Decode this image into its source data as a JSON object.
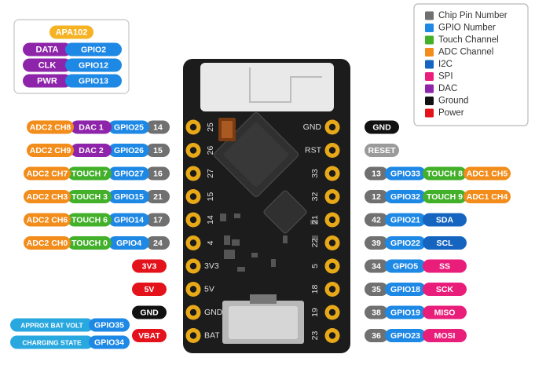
{
  "colors": {
    "chip": "#707070",
    "gpio": "#1e88e5",
    "touch": "#43b02a",
    "adc": "#f28c1b",
    "i2c": "#1565c0",
    "spi": "#e91e7a",
    "dac": "#8e24aa",
    "ground": "#111111",
    "power": "#e3121b",
    "reset": "#9a9a9a",
    "apa": "#f5b324",
    "batinfo": "#29a8e0",
    "board": "#1c1c1c",
    "gold": "#e8a919"
  },
  "legend": [
    {
      "label": "Chip Pin Number",
      "color": "chip"
    },
    {
      "label": "GPIO Number",
      "color": "gpio"
    },
    {
      "label": "Touch Channel",
      "color": "touch"
    },
    {
      "label": "ADC Channel",
      "color": "adc"
    },
    {
      "label": "I2C",
      "color": "i2c"
    },
    {
      "label": "SPI",
      "color": "spi"
    },
    {
      "label": "DAC",
      "color": "dac"
    },
    {
      "label": "Ground",
      "color": "ground"
    },
    {
      "label": "Power",
      "color": "power"
    }
  ],
  "apa102": {
    "title": "APA102",
    "rows": [
      {
        "name": "DATA",
        "gpio": "GPIO2"
      },
      {
        "name": "CLK",
        "gpio": "GPIO12"
      },
      {
        "name": "PWR",
        "gpio": "GPIO13"
      }
    ]
  },
  "left_pins": [
    {
      "silk": "25",
      "chip": "14",
      "labels": [
        {
          "t": "GPIO25",
          "c": "gpio"
        },
        {
          "t": "DAC 1",
          "c": "dac"
        },
        {
          "t": "ADC2 CH8",
          "c": "adc"
        }
      ]
    },
    {
      "silk": "26",
      "chip": "15",
      "labels": [
        {
          "t": "GPIO26",
          "c": "gpio"
        },
        {
          "t": "DAC 2",
          "c": "dac"
        },
        {
          "t": "ADC2 CH9",
          "c": "adc"
        }
      ]
    },
    {
      "silk": "27",
      "chip": "16",
      "labels": [
        {
          "t": "GPIO27",
          "c": "gpio"
        },
        {
          "t": "TOUCH 7",
          "c": "touch"
        },
        {
          "t": "ADC2 CH7",
          "c": "adc"
        }
      ]
    },
    {
      "silk": "15",
      "chip": "21",
      "labels": [
        {
          "t": "GPIO15",
          "c": "gpio"
        },
        {
          "t": "TOUCH 3",
          "c": "touch"
        },
        {
          "t": "ADC2 CH3",
          "c": "adc"
        }
      ]
    },
    {
      "silk": "14",
      "chip": "17",
      "labels": [
        {
          "t": "GPIO14",
          "c": "gpio"
        },
        {
          "t": "TOUCH 6",
          "c": "touch"
        },
        {
          "t": "ADC2 CH6",
          "c": "adc"
        }
      ]
    },
    {
      "silk": "4",
      "chip": "24",
      "labels": [
        {
          "t": "GPIO4",
          "c": "gpio"
        },
        {
          "t": "TOUCH 0",
          "c": "touch"
        },
        {
          "t": "ADC2 CH0",
          "c": "adc"
        }
      ]
    },
    {
      "silk": "3V3",
      "chip": "",
      "labels": [
        {
          "t": "3V3",
          "c": "power"
        }
      ]
    },
    {
      "silk": "5V",
      "chip": "",
      "labels": [
        {
          "t": "5V",
          "c": "power"
        }
      ]
    },
    {
      "silk": "GND",
      "chip": "",
      "labels": [
        {
          "t": "GND",
          "c": "ground"
        }
      ]
    },
    {
      "silk": "BAT",
      "chip": "",
      "labels": [
        {
          "t": "VBAT",
          "c": "power"
        }
      ]
    }
  ],
  "right_pins": [
    {
      "silk": "GND",
      "chip": "",
      "labels": [
        {
          "t": "GND",
          "c": "ground"
        }
      ]
    },
    {
      "silk": "RST",
      "chip": "",
      "labels": [
        {
          "t": "RESET",
          "c": "reset"
        }
      ]
    },
    {
      "silk": "33",
      "chip": "13",
      "labels": [
        {
          "t": "GPIO33",
          "c": "gpio"
        },
        {
          "t": "TOUCH 8",
          "c": "touch"
        },
        {
          "t": "ADC1 CH5",
          "c": "adc"
        }
      ]
    },
    {
      "silk": "32",
      "chip": "12",
      "labels": [
        {
          "t": "GPIO32",
          "c": "gpio"
        },
        {
          "t": "TOUCH 9",
          "c": "touch"
        },
        {
          "t": "ADC1 CH4",
          "c": "adc"
        }
      ]
    },
    {
      "silk": "21",
      "chip": "42",
      "labels": [
        {
          "t": "GPIO21",
          "c": "gpio"
        },
        {
          "t": "SDA",
          "c": "i2c"
        }
      ]
    },
    {
      "silk": "22",
      "chip": "39",
      "labels": [
        {
          "t": "GPIO22",
          "c": "gpio"
        },
        {
          "t": "SCL",
          "c": "i2c"
        }
      ]
    },
    {
      "silk": "5",
      "chip": "34",
      "labels": [
        {
          "t": "GPIO5",
          "c": "gpio"
        },
        {
          "t": "SS",
          "c": "spi"
        }
      ]
    },
    {
      "silk": "18",
      "chip": "35",
      "labels": [
        {
          "t": "GPIO18",
          "c": "gpio"
        },
        {
          "t": "SCK",
          "c": "spi"
        }
      ]
    },
    {
      "silk": "19",
      "chip": "38",
      "labels": [
        {
          "t": "GPIO19",
          "c": "gpio"
        },
        {
          "t": "MISO",
          "c": "spi"
        }
      ]
    },
    {
      "silk": "23",
      "chip": "36",
      "labels": [
        {
          "t": "GPIO23",
          "c": "gpio"
        },
        {
          "t": "MOSI",
          "c": "spi"
        }
      ]
    }
  ],
  "battery": [
    {
      "text": "APPROX BAT VOLT",
      "gpio": "GPIO35"
    },
    {
      "text": "CHARGING STATE",
      "gpio": "GPIO34"
    }
  ]
}
